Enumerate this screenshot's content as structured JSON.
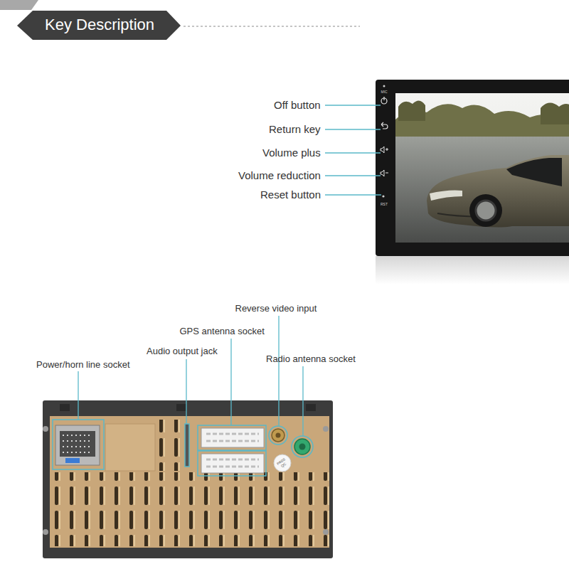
{
  "diagram": {
    "title": "Key Description",
    "labels": [
      "Off button",
      "Return key",
      "Volume plus",
      "Volume reduction",
      "Reset button",
      "MIC",
      "RST",
      "Reverse video input",
      "GPS antenna socket",
      "Audio output jack",
      "Power/horn line socket",
      "Radio antenna socket",
      "PASS QC"
    ]
  }
}
